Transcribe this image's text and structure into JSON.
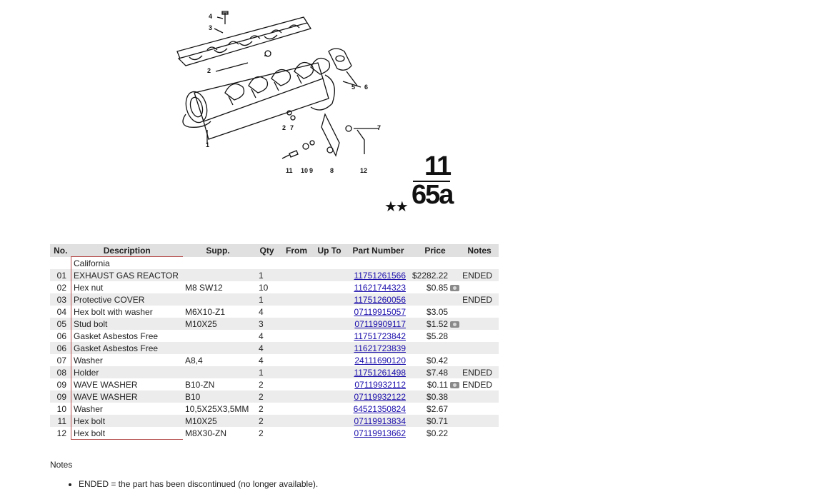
{
  "diagram": {
    "callouts": [
      "1",
      "2",
      "3",
      "4",
      "5",
      "6",
      "2",
      "7",
      "7",
      "8",
      "9",
      "10",
      "11",
      "12"
    ]
  },
  "group_ref": {
    "stars": "★★",
    "top": "11",
    "bottom": "65a"
  },
  "table": {
    "headers": {
      "no": "No.",
      "desc": "Description",
      "supp": "Supp.",
      "qty": "Qty",
      "from": "From",
      "upto": "Up To",
      "part": "Part Number",
      "price": "Price",
      "notes": "Notes"
    },
    "section": "California",
    "rows": [
      {
        "no": "01",
        "desc": "EXHAUST GAS REACTOR",
        "supp": "",
        "qty": "1",
        "part": "11751261566",
        "price": "$2282.22",
        "icon": false,
        "notes": "ENDED"
      },
      {
        "no": "02",
        "desc": "Hex nut",
        "supp": "M8 SW12",
        "qty": "10",
        "part": "11621744323",
        "price": "$0.85",
        "icon": true,
        "notes": ""
      },
      {
        "no": "03",
        "desc": "Protective COVER",
        "supp": "",
        "qty": "1",
        "part": "11751260056",
        "price": "",
        "icon": false,
        "notes": "ENDED"
      },
      {
        "no": "04",
        "desc": "Hex bolt with washer",
        "supp": "M6X10-Z1",
        "qty": "4",
        "part": "07119915057",
        "price": "$3.05",
        "icon": false,
        "notes": ""
      },
      {
        "no": "05",
        "desc": "Stud bolt",
        "supp": "M10X25",
        "qty": "3",
        "part": "07119909117",
        "price": "$1.52",
        "icon": true,
        "notes": ""
      },
      {
        "no": "06",
        "desc": "Gasket Asbestos Free",
        "supp": "",
        "qty": "4",
        "part": "11751723842",
        "price": "$5.28",
        "icon": false,
        "notes": ""
      },
      {
        "no": "06",
        "desc": "Gasket Asbestos Free",
        "supp": "",
        "qty": "4",
        "part": "11621723839",
        "price": "",
        "icon": false,
        "notes": ""
      },
      {
        "no": "07",
        "desc": "Washer",
        "supp": "A8,4",
        "qty": "4",
        "part": "24111690120",
        "price": "$0.42",
        "icon": false,
        "notes": ""
      },
      {
        "no": "08",
        "desc": "Holder",
        "supp": "",
        "qty": "1",
        "part": "11751261498",
        "price": "$7.48",
        "icon": false,
        "notes": "ENDED"
      },
      {
        "no": "09",
        "desc": "WAVE WASHER",
        "supp": "B10-ZN",
        "qty": "2",
        "part": "07119932112",
        "price": "$0.11",
        "icon": true,
        "notes": "ENDED"
      },
      {
        "no": "09",
        "desc": "WAVE WASHER",
        "supp": "B10",
        "qty": "2",
        "part": "07119932122",
        "price": "$0.38",
        "icon": false,
        "notes": ""
      },
      {
        "no": "10",
        "desc": "Washer",
        "supp": "10,5X25X3,5MM",
        "qty": "2",
        "part": "64521350824",
        "price": "$2.67",
        "icon": false,
        "notes": ""
      },
      {
        "no": "11",
        "desc": "Hex bolt",
        "supp": "M10X25",
        "qty": "2",
        "part": "07119913834",
        "price": "$0.71",
        "icon": false,
        "notes": ""
      },
      {
        "no": "12",
        "desc": "Hex bolt",
        "supp": "M8X30-ZN",
        "qty": "2",
        "part": "07119913662",
        "price": "$0.22",
        "icon": false,
        "notes": ""
      }
    ]
  },
  "notes": {
    "title": "Notes",
    "items": [
      "ENDED = the part has been discontinued (no longer available)."
    ]
  }
}
